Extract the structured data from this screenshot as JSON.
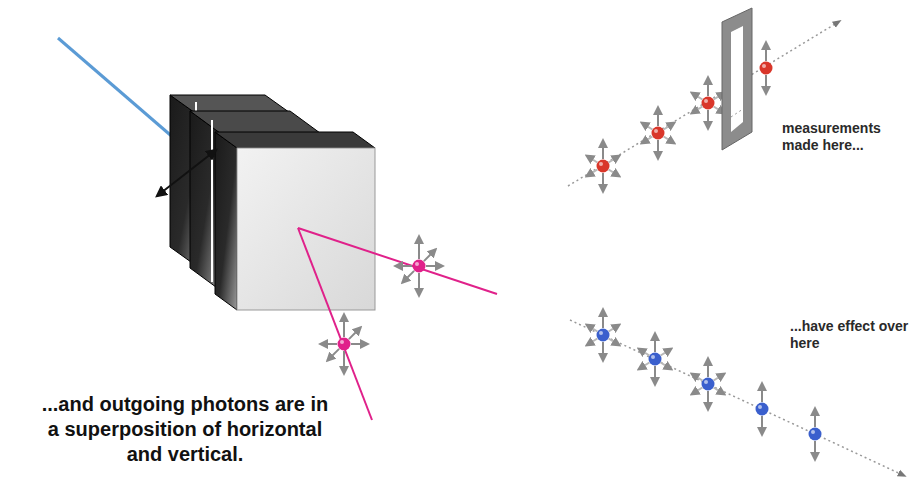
{
  "diagram": {
    "labels": [
      "...and outgoing photons are in a superposition of horizontal and vertical.",
      "measurements made here...",
      "...have effect over here"
    ]
  }
}
